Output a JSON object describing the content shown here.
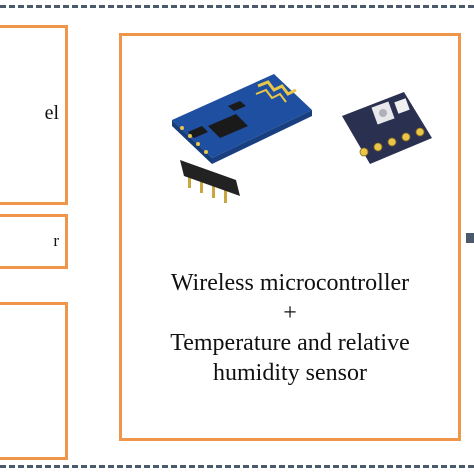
{
  "left_blocks": [
    {
      "text": "el"
    },
    {
      "text": "r"
    },
    {
      "text": ""
    }
  ],
  "main_block": {
    "line1": "Wireless microcontroller",
    "line2": "+",
    "line3": "Temperature and relative",
    "line4": "humidity sensor"
  },
  "images": [
    {
      "name": "esp-wifi-module"
    },
    {
      "name": "temperature-humidity-sensor-board"
    }
  ],
  "colors": {
    "box_border": "#f0964a",
    "dashed_border": "#4a5a6a",
    "module_pcb": "#1f4fa0",
    "sensor_pcb": "#2a3050"
  }
}
